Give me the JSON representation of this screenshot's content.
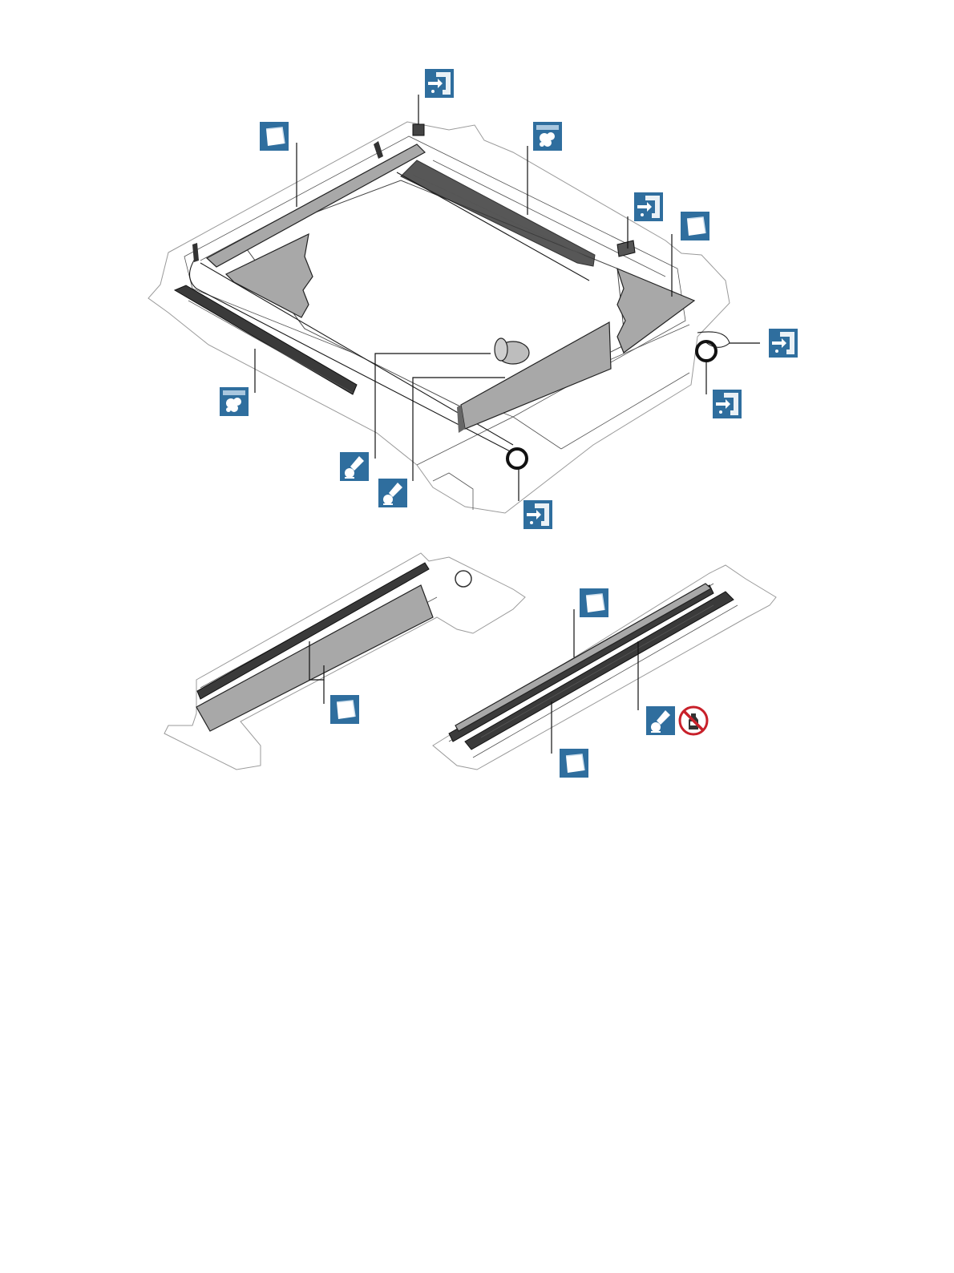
{
  "colors": {
    "icon_bg": "#2f6e9e",
    "icon_fg": "#ffffff",
    "shaded_part": "#a8a8a8",
    "outline": "#1a1a1a",
    "prohibit_red": "#c8202a"
  },
  "icons": {
    "top_assembly": [
      {
        "id": "a1",
        "symbol": "replace-icon"
      },
      {
        "id": "a2",
        "symbol": "clean-icon"
      },
      {
        "id": "a3",
        "symbol": "lubricate-icon"
      },
      {
        "id": "a4",
        "symbol": "replace-icon"
      },
      {
        "id": "a5",
        "symbol": "clean-icon"
      },
      {
        "id": "a6",
        "symbol": "replace-icon"
      },
      {
        "id": "a7",
        "symbol": "replace-icon"
      },
      {
        "id": "a8",
        "symbol": "lubricate-icon"
      },
      {
        "id": "a9",
        "symbol": "grease-icon"
      },
      {
        "id": "a10",
        "symbol": "grease-icon"
      },
      {
        "id": "a11",
        "symbol": "replace-icon"
      }
    ],
    "bottom_left_rail": [
      {
        "id": "b1",
        "symbol": "clean-icon"
      }
    ],
    "bottom_right_rail": [
      {
        "id": "c1",
        "symbol": "clean-icon"
      },
      {
        "id": "c2",
        "symbol": "grease-icon"
      },
      {
        "id": "c3",
        "symbol": "no-alcohol-icon"
      },
      {
        "id": "c4",
        "symbol": "clean-icon"
      }
    ]
  }
}
